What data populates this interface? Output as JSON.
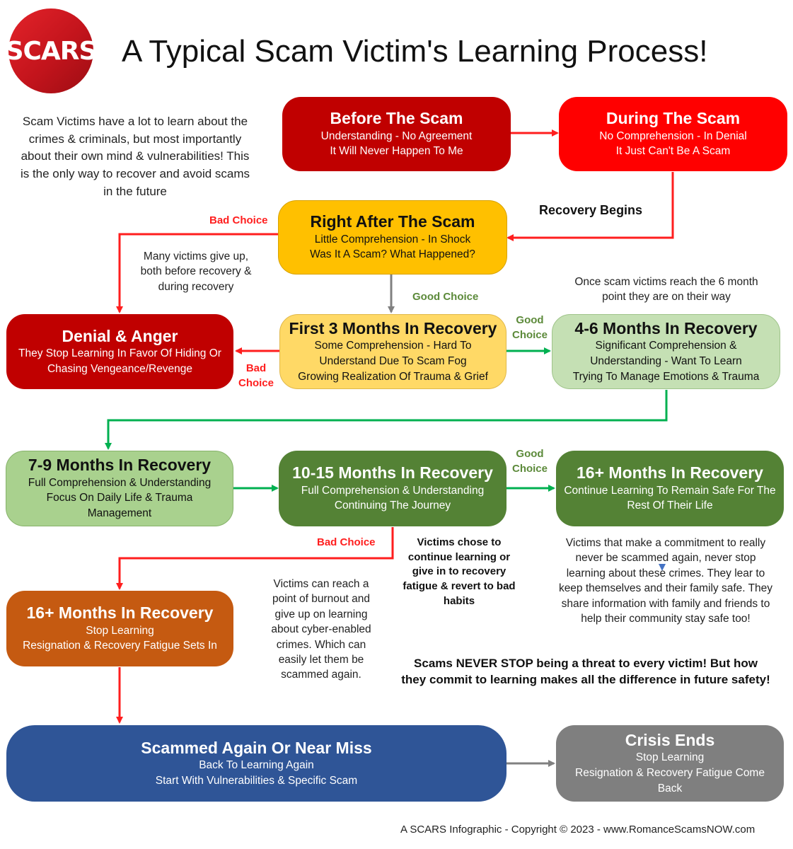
{
  "logo": {
    "text": "SCARS"
  },
  "title": "A Typical Scam Victim's Learning Process!",
  "intro": "Scam Victims have a lot to learn about the crimes & criminals, but most importantly about their own mind & vulnerabilities! This is the only way to recover and avoid scams in the future",
  "boxes": {
    "before": {
      "title": "Before The Scam",
      "lines": [
        "Understanding - No Agreement",
        "It Will Never Happen To Me"
      ]
    },
    "during": {
      "title": "During The Scam",
      "lines": [
        "No Comprehension - In Denial",
        "It Just Can't Be A Scam"
      ]
    },
    "right_after": {
      "title": "Right After The Scam",
      "lines": [
        "Little Comprehension - In Shock",
        "Was It A Scam? What Happened?"
      ]
    },
    "denial": {
      "title": "Denial & Anger",
      "lines": [
        "They Stop Learning In Favor Of Hiding Or",
        "Chasing Vengeance/Revenge"
      ]
    },
    "first3": {
      "title": "First 3 Months In Recovery",
      "lines": [
        "Some Comprehension - Hard To",
        "Understand Due To Scam Fog",
        "Growing Realization Of Trauma & Grief"
      ]
    },
    "m4_6": {
      "title": "4-6 Months In Recovery",
      "lines": [
        "Significant Comprehension &",
        "Understanding - Want To Learn",
        "Trying To Manage Emotions & Trauma"
      ]
    },
    "m7_9": {
      "title": "7-9 Months In Recovery",
      "lines": [
        "Full Comprehension & Understanding",
        "Focus On Daily Life & Trauma",
        "Management"
      ]
    },
    "m10_15": {
      "title": "10-15 Months In Recovery",
      "lines": [
        "Full Comprehension & Understanding",
        "Continuing The Journey"
      ]
    },
    "m16_good": {
      "title": "16+ Months In Recovery",
      "lines": [
        "Continue Learning To Remain Safe For The",
        "Rest Of Their Life"
      ]
    },
    "m16_bad": {
      "title": "16+ Months In Recovery",
      "lines": [
        "Stop Learning",
        "Resignation & Recovery Fatigue Sets In"
      ]
    },
    "scammed_again": {
      "title": "Scammed Again Or Near Miss",
      "lines": [
        "Back To Learning Again",
        "Start With Vulnerabilities & Specific Scam"
      ]
    },
    "crisis_ends": {
      "title": "Crisis Ends",
      "lines": [
        "Stop Learning",
        "Resignation & Recovery Fatigue Come",
        "Back"
      ]
    }
  },
  "labels": {
    "recovery_begins": "Recovery Begins",
    "bad_choice_1": "Bad Choice",
    "good_choice_1": "Good Choice",
    "bad_choice_2": "Bad Choice",
    "good_choice_2": "Good Choice",
    "good_choice_3": "Good Choice",
    "bad_choice_3": "Bad Choice"
  },
  "notes": {
    "give_up": "Many victims give up, both before recovery & during recovery",
    "six_month": "Once scam victims reach the 6 month point they are on their way",
    "chose": "Victims chose to continue learning or give in to recovery fatigue & revert to bad habits",
    "burnout": "Victims can reach a point of burnout and give up on learning about cyber-enabled crimes. Which can easily let them be scammed again.",
    "commitment": "Victims that make a commitment to really never be scammed again, never stop learning about these crimes. They lear to keep themselves and their family safe. They share information with family and friends to help their community stay safe too!",
    "never_stop": "Scams NEVER STOP being a threat to every victim! But how they commit to learning makes all the difference in future safety!"
  },
  "footer": "A SCARS Infographic - Copyright © 2023 - www.RomanceScamsNOW.com",
  "colors": {
    "dark_red": "#c00000",
    "red": "#ff0000",
    "orange_yellow": "#ffc000",
    "light_yellow": "#ffd966",
    "light_green": "#c5e0b4",
    "green": "#a9d18e",
    "dark_green": "#548235",
    "burnt_orange": "#c55a11",
    "blue": "#2f5597",
    "gray": "#7f7f7f",
    "arrow_red": "#ff1e1e",
    "arrow_green": "#00b050",
    "arrow_gray": "#808080"
  }
}
